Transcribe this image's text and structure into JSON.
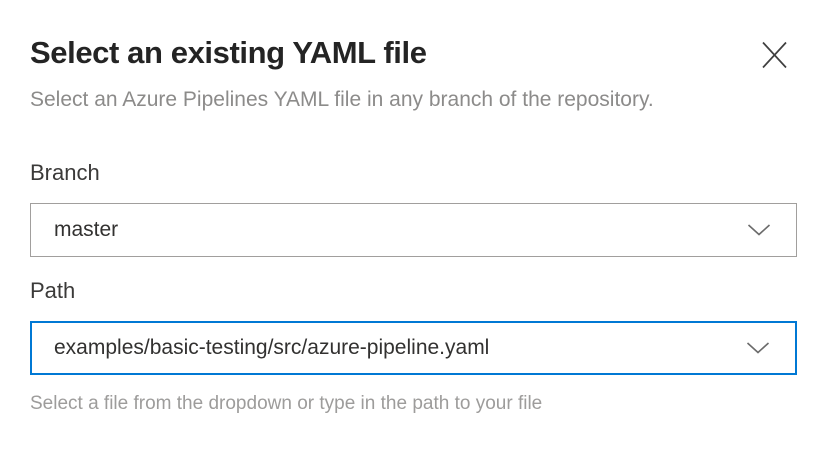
{
  "dialog": {
    "title": "Select an existing YAML file",
    "subtitle": "Select an Azure Pipelines YAML file in any branch of the repository."
  },
  "form": {
    "branch": {
      "label": "Branch",
      "value": "master"
    },
    "path": {
      "label": "Path",
      "value": "examples/basic-testing/src/azure-pipeline.yaml",
      "helper": "Select a file from the dropdown or type in the path to your file"
    }
  },
  "icons": {
    "close": "close-x",
    "chevron_down": "chevron-down"
  },
  "colors": {
    "accent_focus_border": "#0078d4",
    "input_border": "#a19f9d",
    "text_primary": "#242424",
    "text_secondary": "#8c8b8a",
    "helper_text": "#9d9c9b",
    "background": "#ffffff"
  }
}
